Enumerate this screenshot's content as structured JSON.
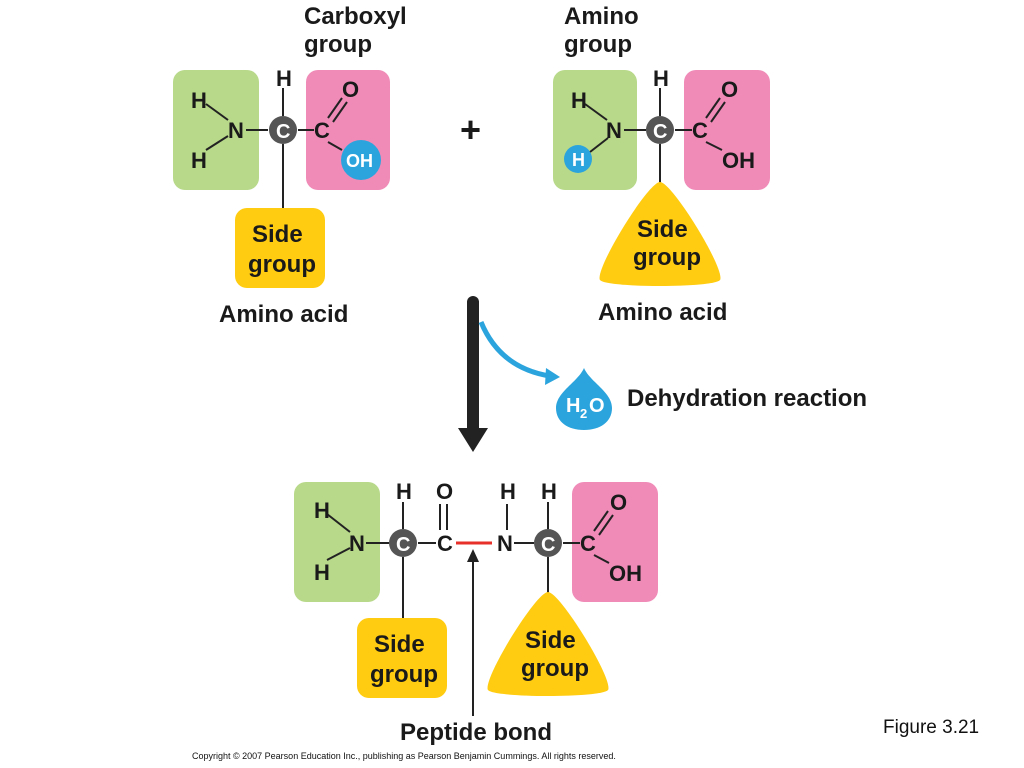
{
  "colors": {
    "amino_box": "#b8d98a",
    "carboxyl_box": "#f08bb8",
    "side_group": "#ffcc11",
    "water": "#2ba4dd",
    "peptide_bond": "#e8302a",
    "bond_line": "#222222",
    "alpha_carbon": "#555555"
  },
  "top": {
    "carboxyl_label": [
      "Carboxyl",
      "group"
    ],
    "amino_label": [
      "Amino",
      "group"
    ],
    "plus": "+",
    "left_molecule_caption": "Amino acid",
    "right_molecule_caption": "Amino acid",
    "side_group_label": [
      "Side",
      "group"
    ]
  },
  "atoms": {
    "H": "H",
    "N": "N",
    "C": "C",
    "O": "O",
    "OH": "OH"
  },
  "reaction": {
    "water_symbol": "H",
    "water_subscript": "2",
    "water_o": "O",
    "label": "Dehydration reaction"
  },
  "product": {
    "side_group_label": [
      "Side",
      "group"
    ],
    "bond_label": "Peptide bond"
  },
  "figure_label": "Figure 3.21",
  "copyright": "Copyright © 2007 Pearson Education Inc., publishing as Pearson Benjamin Cummings. All rights reserved."
}
